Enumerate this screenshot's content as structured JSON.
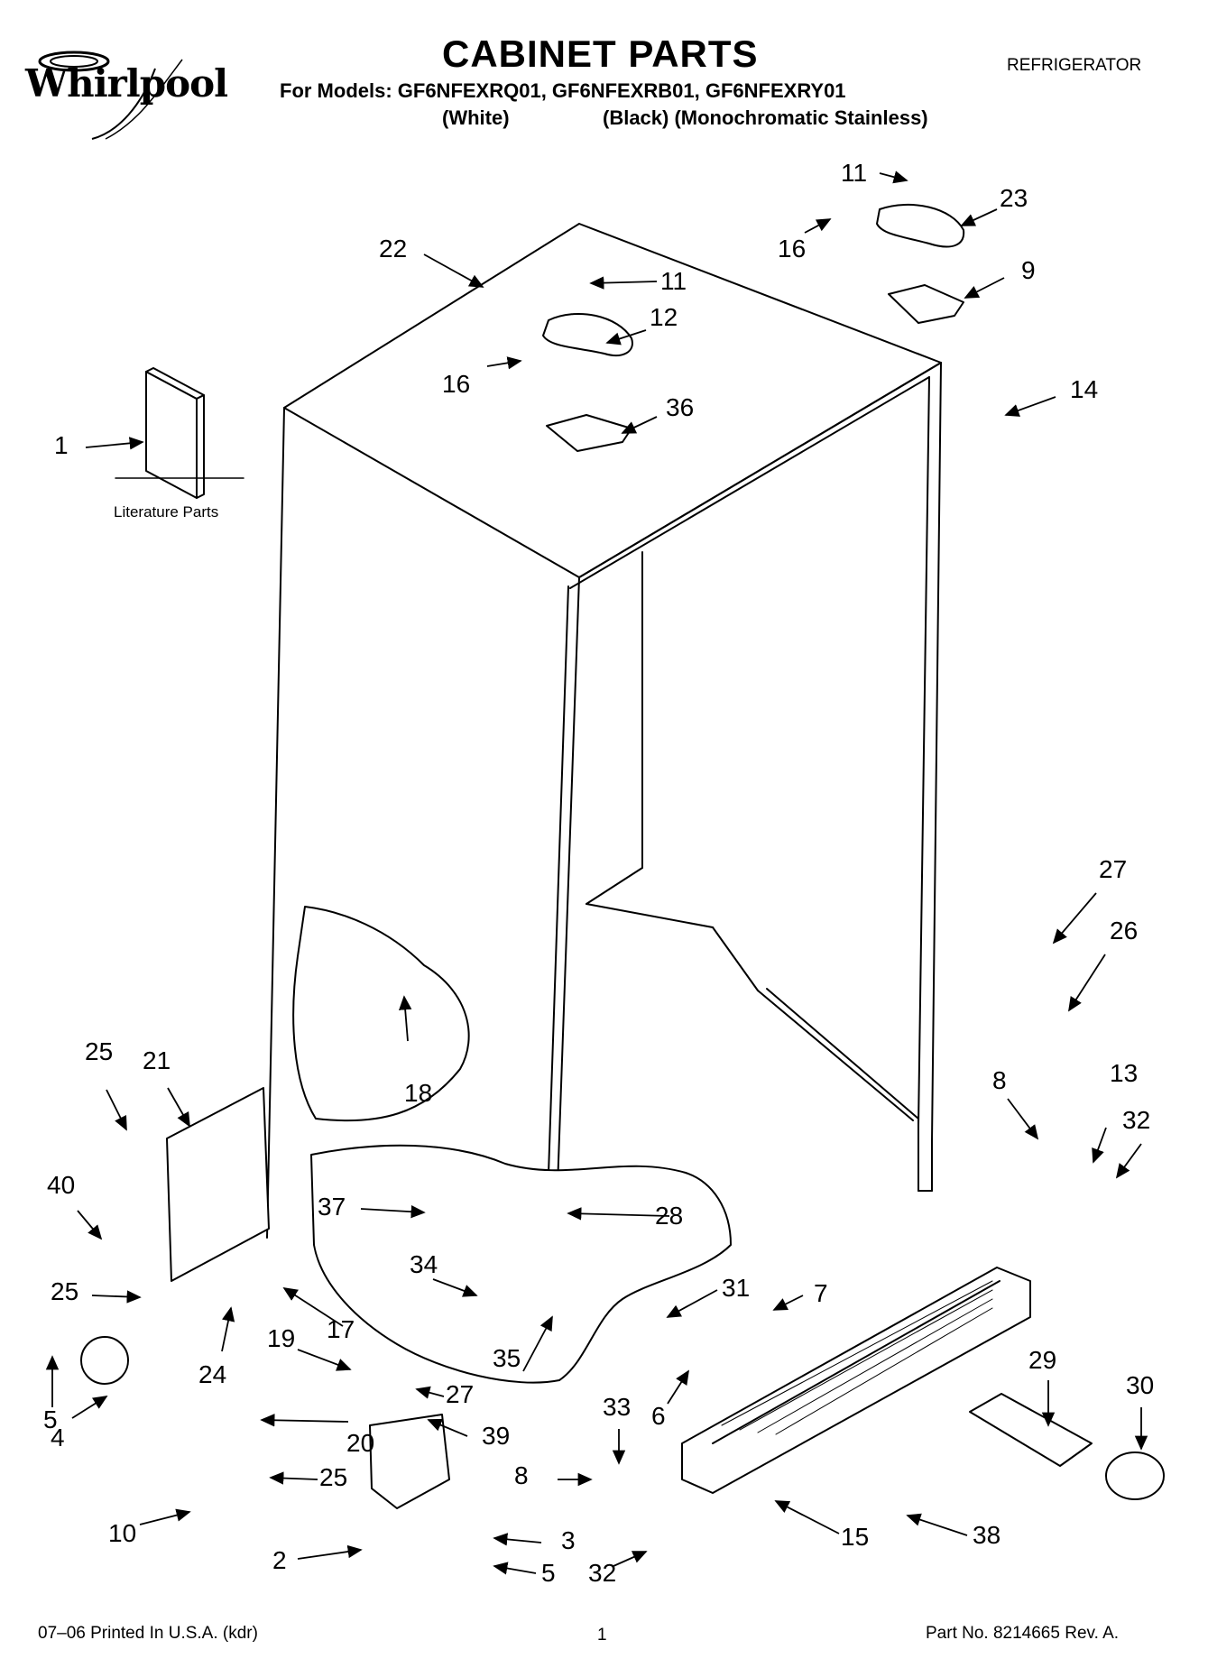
{
  "header": {
    "brand": "Whirlpool",
    "title": "CABINET PARTS",
    "appliance": "REFRIGERATOR",
    "models_line": "For Models: GF6NFEXRQ01, GF6NFEXRB01, GF6NFEXRY01",
    "color_white": "(White)",
    "color_others": "(Black) (Monochromatic Stainless)"
  },
  "diagram": {
    "literature_label": "Literature Parts",
    "callouts": [
      {
        "id": "c-1",
        "text": "1"
      },
      {
        "id": "c-22",
        "text": "22"
      },
      {
        "id": "c-11a",
        "text": "11"
      },
      {
        "id": "c-12",
        "text": "12"
      },
      {
        "id": "c-16a",
        "text": "16"
      },
      {
        "id": "c-36",
        "text": "36"
      },
      {
        "id": "c-11b",
        "text": "11"
      },
      {
        "id": "c-23",
        "text": "23"
      },
      {
        "id": "c-16b",
        "text": "16"
      },
      {
        "id": "c-9",
        "text": "9"
      },
      {
        "id": "c-14",
        "text": "14"
      },
      {
        "id": "c-27a",
        "text": "27"
      },
      {
        "id": "c-26",
        "text": "26"
      },
      {
        "id": "c-8a",
        "text": "8"
      },
      {
        "id": "c-13",
        "text": "13"
      },
      {
        "id": "c-32a",
        "text": "32"
      },
      {
        "id": "c-18",
        "text": "18"
      },
      {
        "id": "c-25a",
        "text": "25"
      },
      {
        "id": "c-21",
        "text": "21"
      },
      {
        "id": "c-40",
        "text": "40"
      },
      {
        "id": "c-37",
        "text": "37"
      },
      {
        "id": "c-28",
        "text": "28"
      },
      {
        "id": "c-25b",
        "text": "25"
      },
      {
        "id": "c-34",
        "text": "34"
      },
      {
        "id": "c-31",
        "text": "31"
      },
      {
        "id": "c-7",
        "text": "7"
      },
      {
        "id": "c-17",
        "text": "17"
      },
      {
        "id": "c-19",
        "text": "19"
      },
      {
        "id": "c-35",
        "text": "35"
      },
      {
        "id": "c-24",
        "text": "24"
      },
      {
        "id": "c-5a",
        "text": "5"
      },
      {
        "id": "c-27b",
        "text": "27"
      },
      {
        "id": "c-33",
        "text": "33"
      },
      {
        "id": "c-6",
        "text": "6"
      },
      {
        "id": "c-29",
        "text": "29"
      },
      {
        "id": "c-30",
        "text": "30"
      },
      {
        "id": "c-4",
        "text": "4"
      },
      {
        "id": "c-20",
        "text": "20"
      },
      {
        "id": "c-39",
        "text": "39"
      },
      {
        "id": "c-8b",
        "text": "8"
      },
      {
        "id": "c-25c",
        "text": "25"
      },
      {
        "id": "c-10",
        "text": "10"
      },
      {
        "id": "c-3",
        "text": "3"
      },
      {
        "id": "c-2",
        "text": "2"
      },
      {
        "id": "c-5b",
        "text": "5"
      },
      {
        "id": "c-32b",
        "text": "32"
      },
      {
        "id": "c-15",
        "text": "15"
      },
      {
        "id": "c-38",
        "text": "38"
      }
    ]
  },
  "footer": {
    "printed": "07–06 Printed In U.S.A. (kdr)",
    "page": "1",
    "part_no": "Part No. 8214665 Rev. A."
  }
}
